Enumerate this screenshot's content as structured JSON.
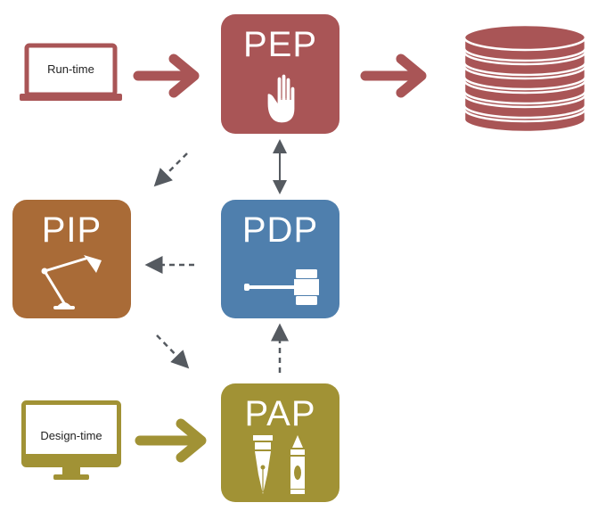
{
  "tiles": {
    "pep": {
      "title": "PEP",
      "color": "#a95556"
    },
    "pdp": {
      "title": "PDP",
      "color": "#4f7fad"
    },
    "pip": {
      "title": "PIP",
      "color": "#a96b37"
    },
    "pap": {
      "title": "PAP",
      "color": "#a19235"
    }
  },
  "sources": {
    "runtime": {
      "label": "Run-time",
      "color": "#a95556"
    },
    "designtime": {
      "label": "Design-time",
      "color": "#a19235"
    }
  },
  "database": {
    "color": "#a95556"
  },
  "arrow_color": "#555a60",
  "icons": {
    "pep": "hand-icon",
    "pdp": "gavel-icon",
    "pip": "lamp-icon",
    "pap": "pen-and-crayon-icon",
    "runtime": "laptop-icon",
    "designtime": "monitor-icon",
    "database": "database-icon"
  }
}
